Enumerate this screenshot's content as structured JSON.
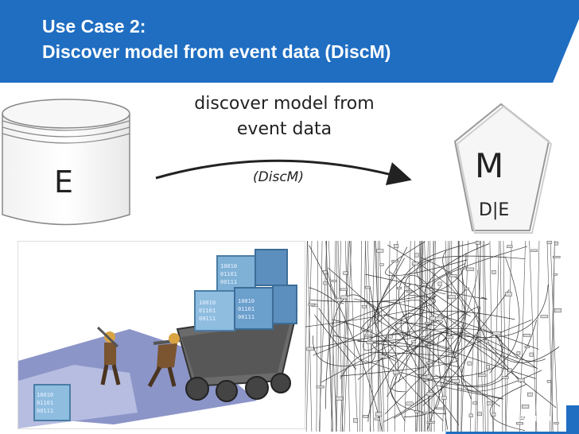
{
  "header": {
    "title_line1": "Use Case 2:",
    "title_line2": "Discover model from event data (DiscM)",
    "color": "#1f6ec2"
  },
  "diagram": {
    "event_store_label": "E",
    "model_label": "M",
    "model_sub_label": "D|E",
    "arrow_label_line1": "discover model from",
    "arrow_label_line2": "event data",
    "arrow_sub_label": "(DiscM)"
  },
  "cubes": {
    "bits_rows": [
      "10010",
      "01101",
      "00111"
    ]
  },
  "footer": {
    "page_label": "PAGE 39",
    "color": "#1f6ec2"
  }
}
